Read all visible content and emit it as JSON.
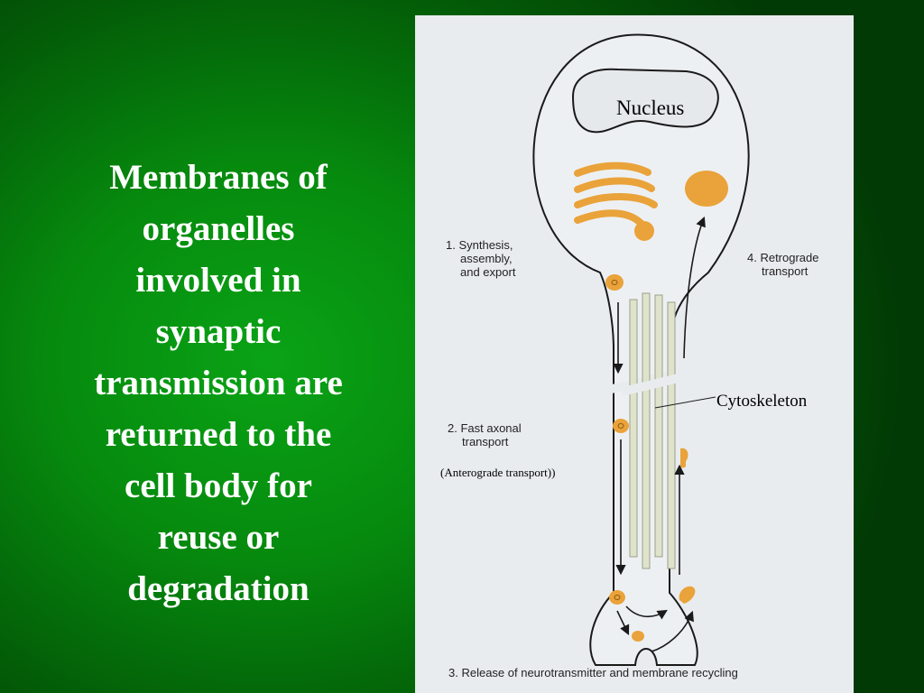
{
  "slide": {
    "title": "Membranes of\norganelles\ninvolved in\nsynaptic\ntransmission are\nreturned to the\ncell body for\nreuse or\ndegradation",
    "background_color": "#068a0e",
    "title_color": "#ffffff"
  },
  "figure": {
    "background_color": "#e9ecef",
    "organelle_color": "#e9a33a",
    "labels": {
      "nucleus": "Nucleus",
      "synthesis": [
        "1. Synthesis,",
        "assembly,",
        "and export"
      ],
      "retrograde": [
        "4. Retrograde",
        "transport"
      ],
      "cytoskeleton": "Cytoskeleton",
      "fast_axonal": [
        "2. Fast axonal",
        "transport"
      ],
      "anterograde": "(Anterograde transport))",
      "release": "3. Release of neurotransmitter and membrane recycling"
    }
  }
}
